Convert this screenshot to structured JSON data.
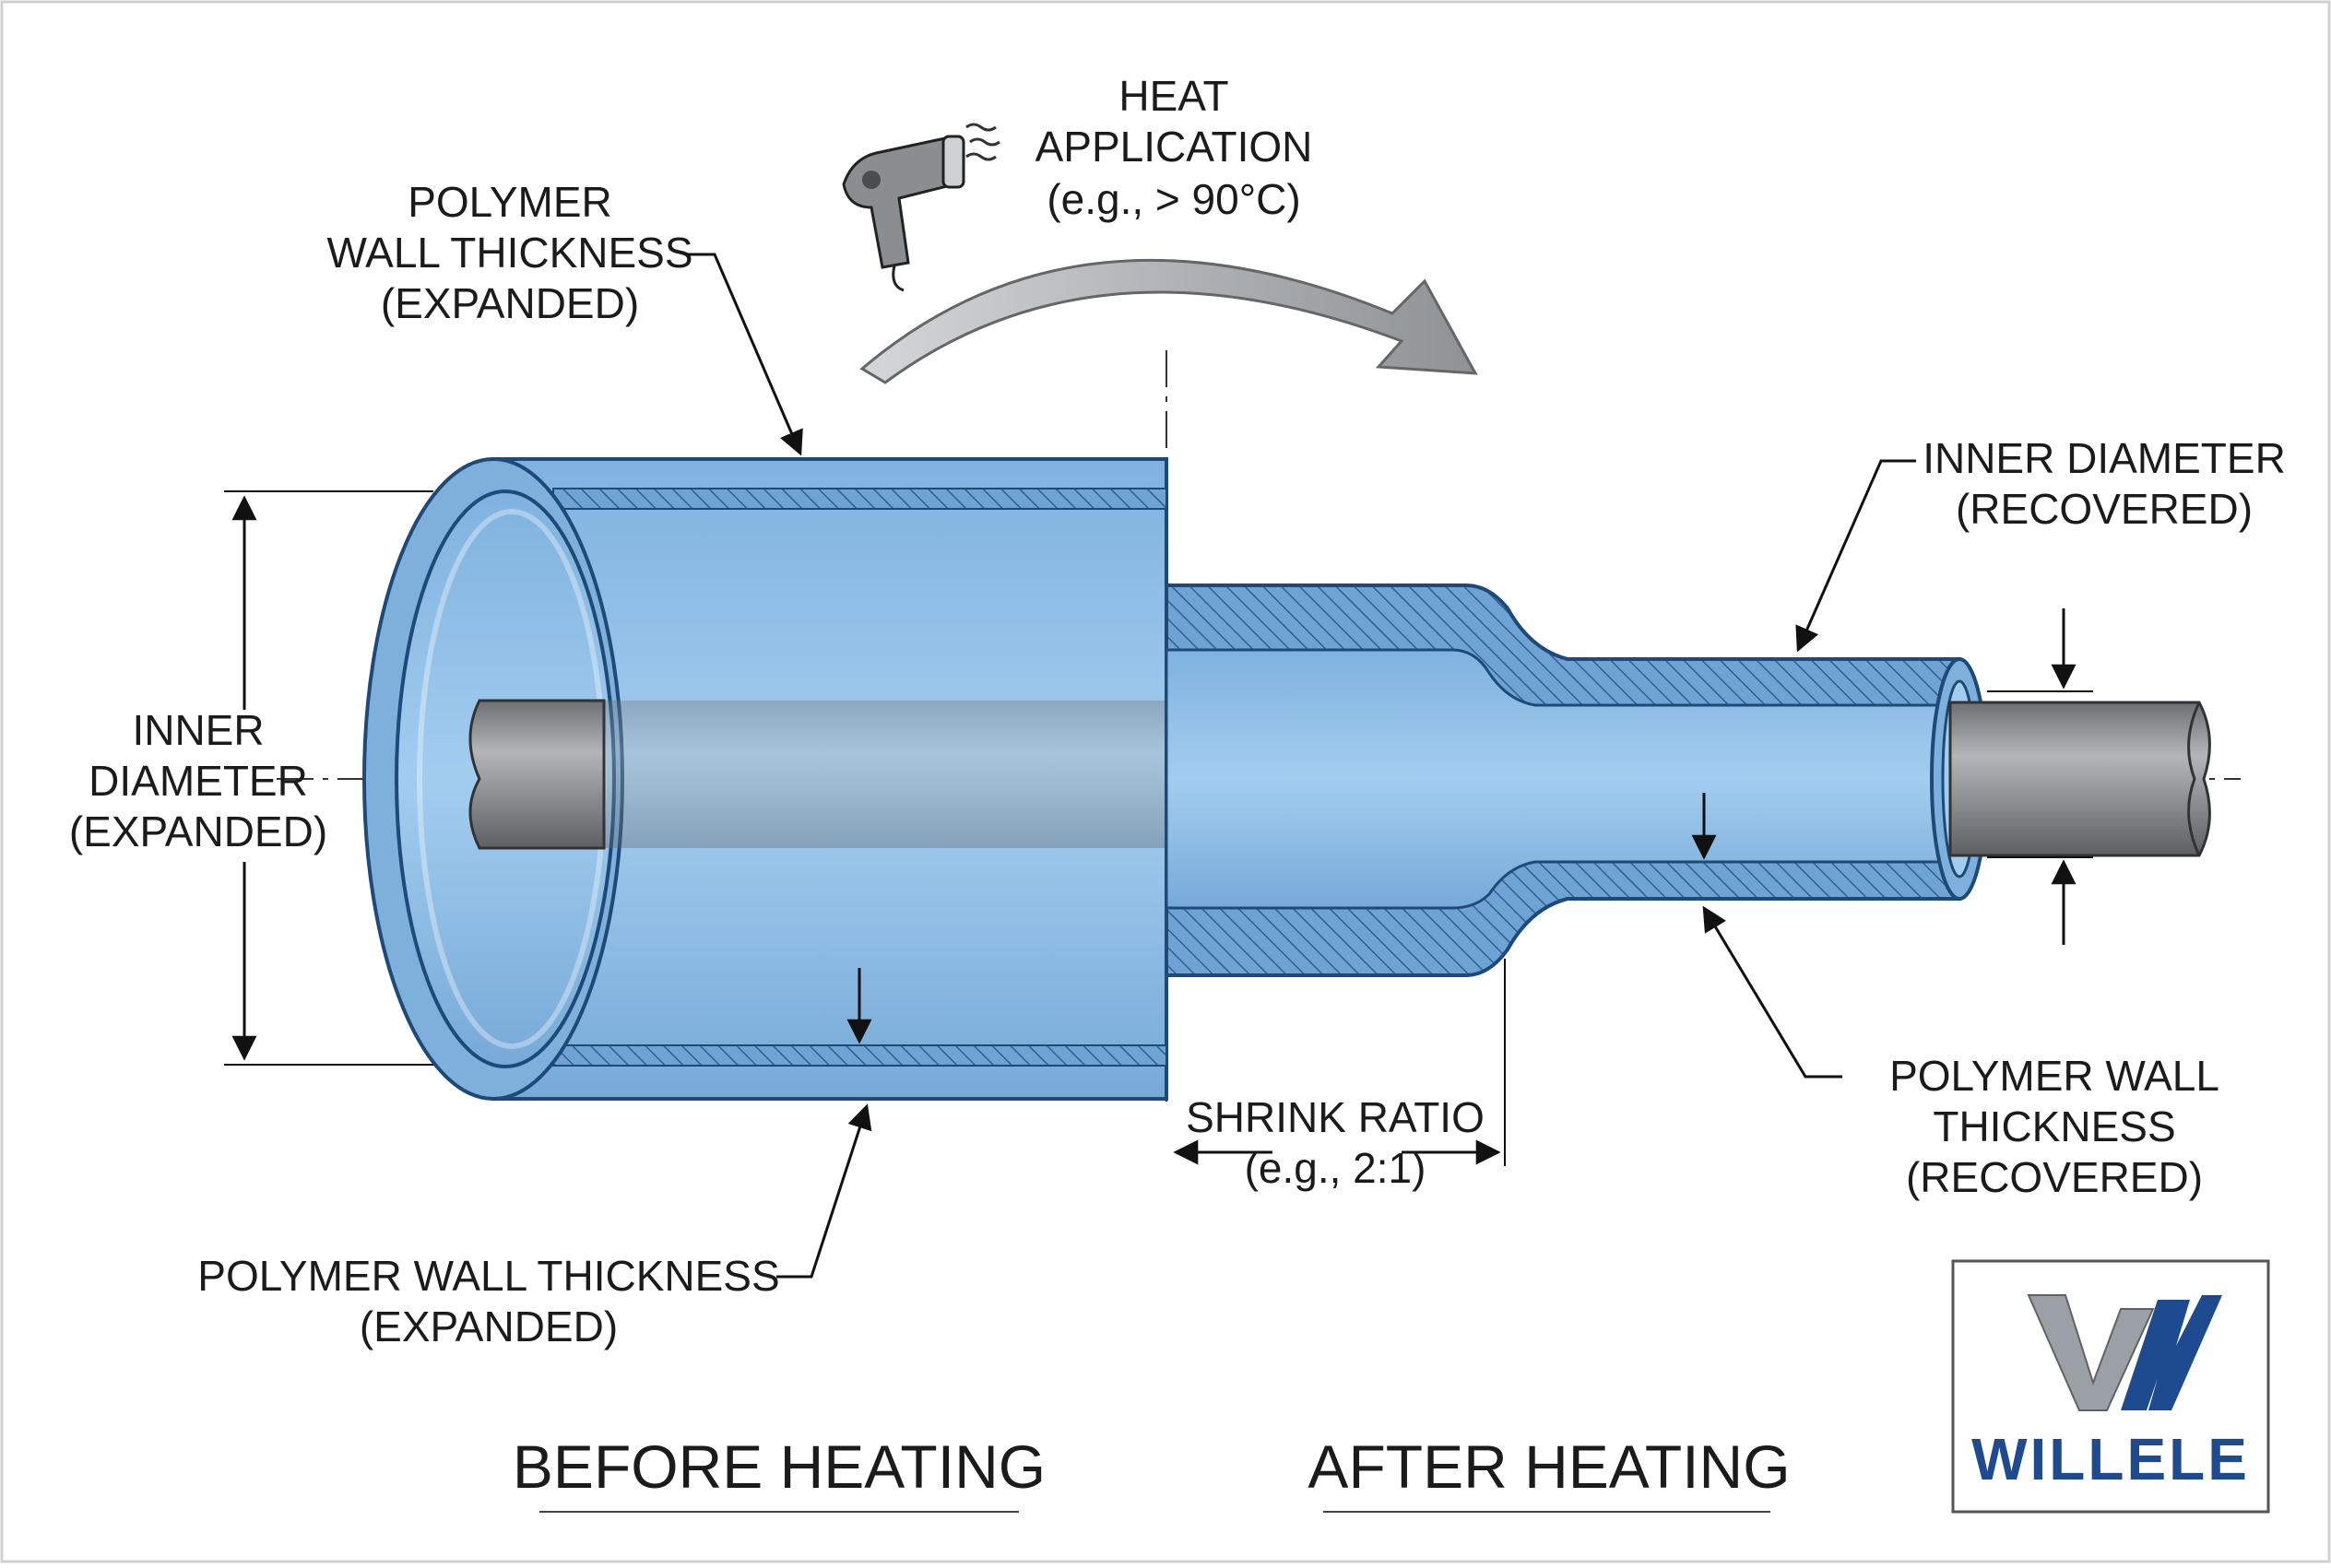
{
  "labels": {
    "heat": [
      "HEAT",
      "APPLICATION",
      "(e.g., > 90°C)"
    ],
    "wall_top": [
      "POLYMER",
      "WALL THICKNESS",
      "(EXPANDED)"
    ],
    "inner_expanded": [
      "INNER",
      "DIAMETER",
      "(EXPANDED)"
    ],
    "wall_bottom": [
      "POLYMER WALL THICKNESS",
      "(EXPANDED)"
    ],
    "inner_recovered": [
      "INNER DIAMETER",
      "(RECOVERED)"
    ],
    "wall_recovered": [
      "POLYMER WALL",
      "THICKNESS",
      "(RECOVERED)"
    ],
    "shrink": [
      "SHRINK RATIO",
      "(e.g., 2:1)"
    ]
  },
  "titles": {
    "before": "BEFORE HEATING",
    "after": "AFTER HEATING"
  },
  "logo": {
    "name": "WILLELE"
  },
  "colors": {
    "tube_fill": "#8fbde3",
    "tube_outline": "#1d4a78",
    "rod_fill": "#8a8c8f",
    "arrow_fill": "#a8acaf",
    "logo_blue": "#1e4a8f",
    "logo_gray": "#9aa0a6"
  },
  "icons": [
    "heat-gun-icon",
    "heat-waves-icon",
    "willele-logo-mark-icon"
  ]
}
